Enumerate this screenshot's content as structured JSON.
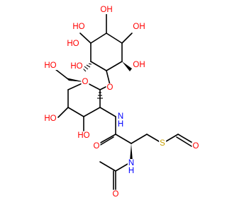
{
  "molecule": {
    "colors": {
      "bond": "#000000",
      "oxygen": "#ff0000",
      "nitrogen": "#0000ff",
      "sulfur": "#c8a000",
      "carbon": "#000000"
    },
    "labels": {
      "ho_inositol_top": "HO",
      "oh_inositol_top": "OH",
      "ho_inositol_upper_left": "HO",
      "oh_inositol_upper_right": "OH",
      "ho_inositol_lower_left": "HO",
      "oh_inositol_lower_right": "OH",
      "o_glycosidic": "O",
      "ho_ch2oh": "HO",
      "o_ring": "O",
      "ho_c4": "HO",
      "ho_c3": "HO",
      "nh_amide": "N",
      "h_amide": "H",
      "s_thioester": "S",
      "o_formyl": "O",
      "o_amide": "O",
      "nh_acetyl": "N",
      "h_acetyl": "H",
      "o_acetyl": "O"
    }
  }
}
